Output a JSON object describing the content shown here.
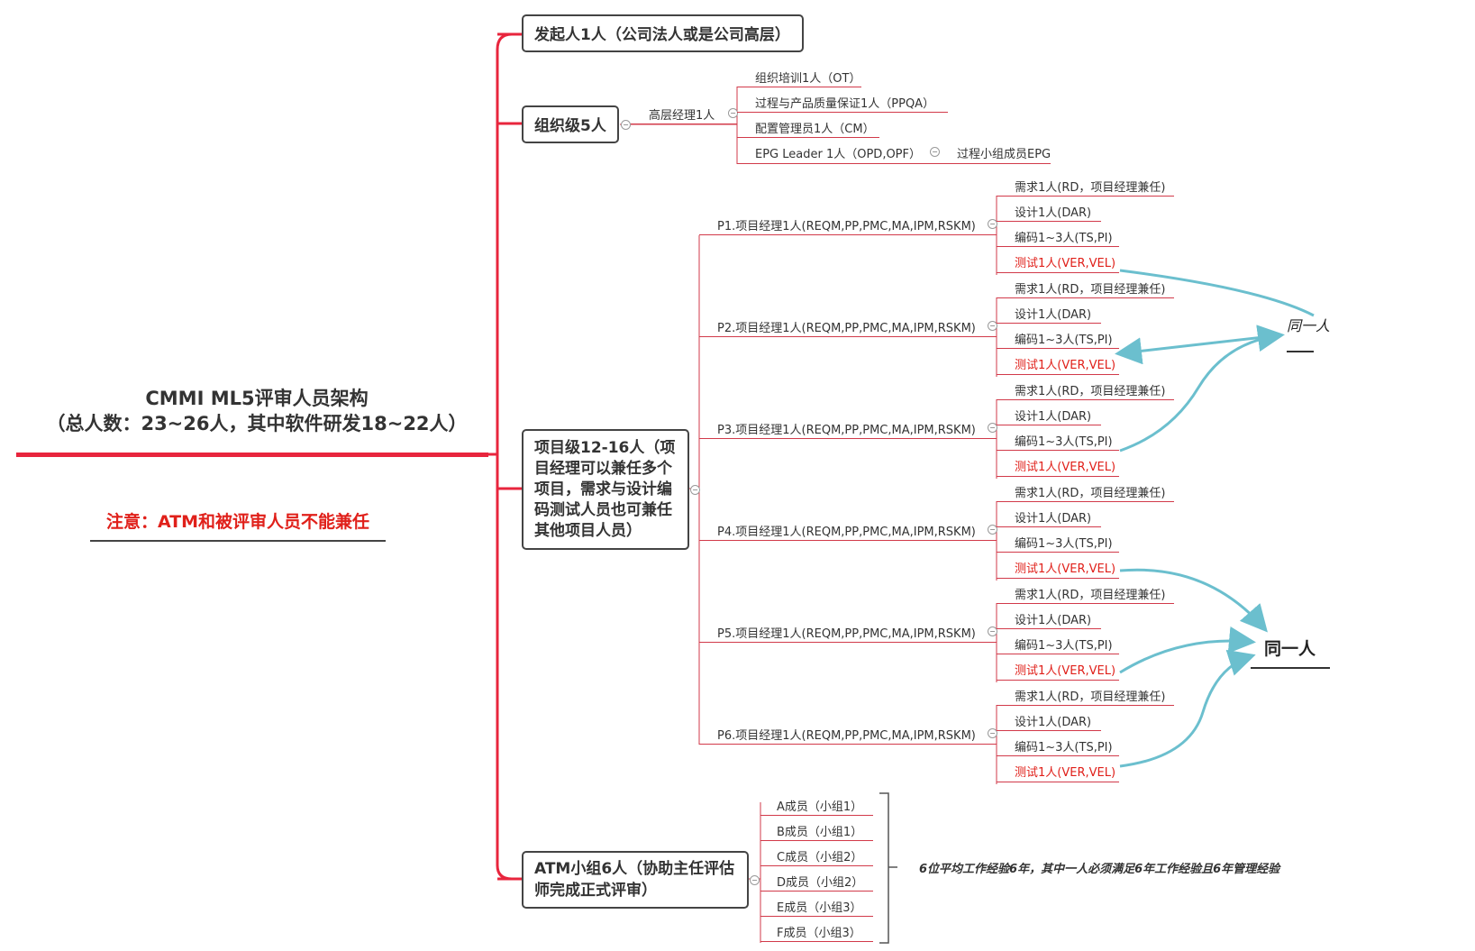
{
  "root": {
    "title_line1": "CMMI ML5评审人员架构",
    "title_line2": "（总人数：23~26人，其中软件研发18~22人）",
    "note": "注意：ATM和被评审人员不能兼任"
  },
  "sponsor": {
    "label": "发起人1人（公司法人或是公司高层）"
  },
  "org": {
    "label": "组织级5人",
    "manager": "高层经理1人",
    "children": [
      "组织培训1人（OT）",
      "过程与产品质量保证1人（PPQA）",
      "配置管理员1人（CM）",
      "EPG Leader 1人（OPD,OPF）"
    ],
    "epg_child": "过程小组成员EPG"
  },
  "project": {
    "label_lines": [
      "项目级12-16人（项",
      "目经理可以兼任多个",
      "项目，需求与设计编",
      "码测试人员也可兼任",
      "其他项目人员）"
    ],
    "managers": [
      "P1.项目经理1人(REQM,PP,PMC,MA,IPM,RSKM)",
      "P2.项目经理1人(REQM,PP,PMC,MA,IPM,RSKM)",
      "P3.项目经理1人(REQM,PP,PMC,MA,IPM,RSKM)",
      "P4.项目经理1人(REQM,PP,PMC,MA,IPM,RSKM)",
      "P5.项目经理1人(REQM,PP,PMC,MA,IPM,RSKM)",
      "P6.项目经理1人(REQM,PP,PMC,MA,IPM,RSKM)"
    ],
    "members": [
      "需求1人(RD，项目经理兼任)",
      "设计1人(DAR)",
      "编码1~3人(TS,PI)",
      "测试1人(VER,VEL)"
    ]
  },
  "same_person_labels": [
    "同一人",
    "同一人"
  ],
  "atm": {
    "label_lines": [
      "ATM小组6人（协助主任评估",
      "师完成正式评审）"
    ],
    "members": [
      "A成员（小组1）",
      "B成员（小组1）",
      "C成员（小组2）",
      "D成员（小组2）",
      "E成员（小组3）",
      "F成员（小组3）"
    ],
    "note": "6位平均工作经验6年，其中一人必须满足6年工作经验且6年管理经验"
  },
  "colors": {
    "branch": "#e8253d",
    "arrow": "#6bbfce",
    "text_red": "#e0201a"
  }
}
